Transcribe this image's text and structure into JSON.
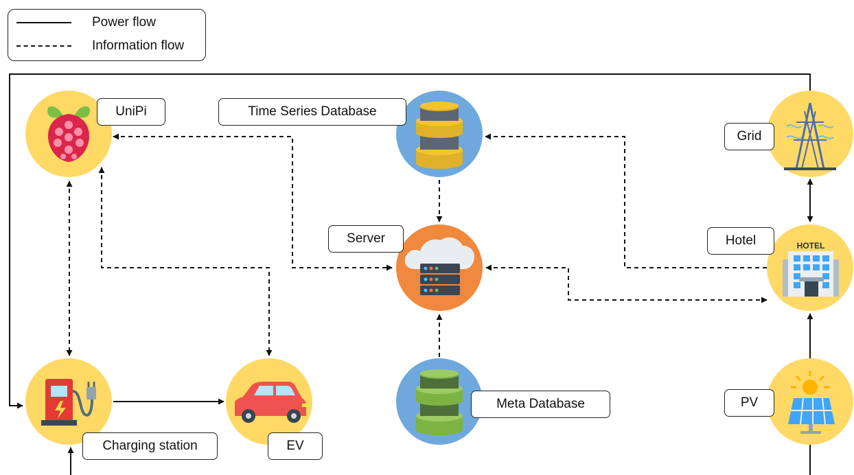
{
  "legend": {
    "power_flow": "Power flow",
    "information_flow": "Information flow"
  },
  "nodes": {
    "unipi": {
      "label": "UniPi",
      "icon": "raspberry-pi-icon",
      "color": "#ffd966"
    },
    "time_series_db": {
      "label": "Time Series Database",
      "icon": "database-icon",
      "color": "#6fa8dc"
    },
    "grid": {
      "label": "Grid",
      "icon": "power-tower-icon",
      "color": "#ffd966"
    },
    "server": {
      "label": "Server",
      "icon": "cloud-server-icon",
      "color": "#f0883e"
    },
    "hotel": {
      "label": "Hotel",
      "icon": "hotel-building-icon",
      "color": "#ffd966",
      "sign": "HOTEL"
    },
    "charging_station": {
      "label": "Charging station",
      "icon": "charging-station-icon",
      "color": "#ffd966"
    },
    "ev": {
      "label": "EV",
      "icon": "car-icon",
      "color": "#ffd966"
    },
    "meta_db": {
      "label": "Meta Database",
      "icon": "database-icon",
      "color": "#6fa8dc"
    },
    "pv": {
      "label": "PV",
      "icon": "solar-panel-icon",
      "color": "#ffd966"
    }
  },
  "edges": [
    {
      "from": "grid",
      "to": "charging_station",
      "type": "power"
    },
    {
      "from": "grid",
      "to": "hotel",
      "type": "power",
      "bidirectional": true
    },
    {
      "from": "pv",
      "to": "hotel",
      "type": "power"
    },
    {
      "from": "charging_station",
      "to": "ev",
      "type": "power"
    },
    {
      "from": "unipi",
      "to": "charging_station",
      "type": "information",
      "bidirectional": true
    },
    {
      "from": "unipi",
      "to": "ev",
      "type": "information",
      "bidirectional": true
    },
    {
      "from": "unipi",
      "to": "server",
      "type": "information",
      "bidirectional": true
    },
    {
      "from": "time_series_db",
      "to": "server",
      "type": "information"
    },
    {
      "from": "meta_db",
      "to": "server",
      "type": "information"
    },
    {
      "from": "hotel",
      "to": "time_series_db",
      "type": "information"
    },
    {
      "from": "hotel",
      "to": "server",
      "type": "information",
      "bidirectional": true
    }
  ]
}
